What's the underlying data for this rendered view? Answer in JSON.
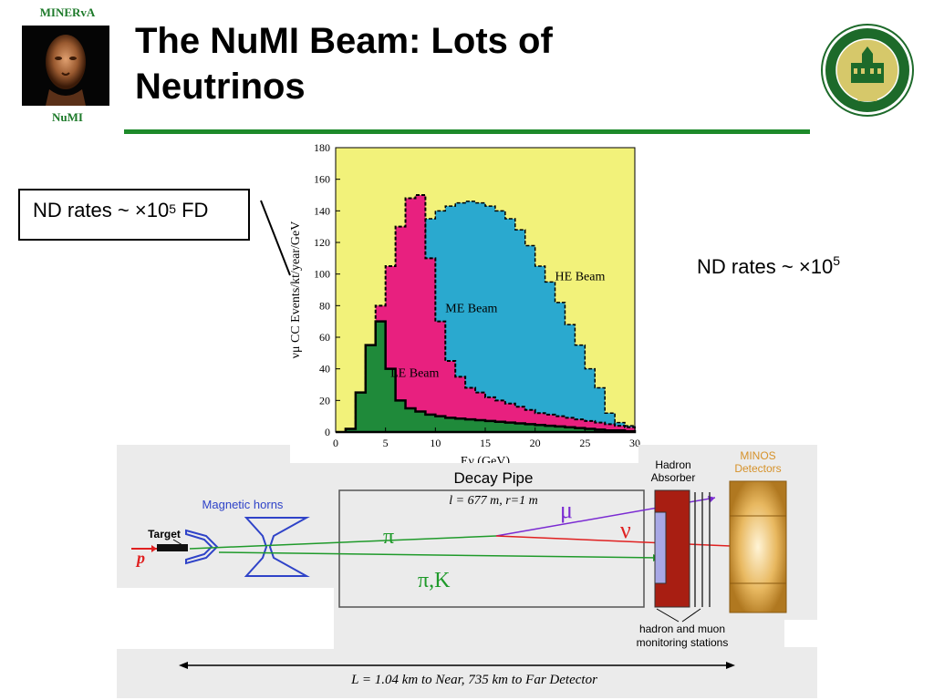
{
  "header": {
    "minerva_label": "MINERvA",
    "numi_label": "NuMI",
    "title_line1": "The NuMI Beam: Lots of",
    "title_line2": "Neutrinos"
  },
  "callouts": {
    "box_prefix": "ND rates ~ ×10",
    "box_exp": "5",
    "box_suffix": " FD",
    "side_prefix": "ND rates ~ ×10",
    "side_exp": "5"
  },
  "chart_data": {
    "type": "area",
    "xlabel": "Eν (GeV)",
    "ylabel": "νμ CC Events/kt/year/GeV",
    "xlim": [
      0,
      30
    ],
    "ylim": [
      0,
      180
    ],
    "xticks": [
      0,
      5,
      10,
      15,
      20,
      25,
      30
    ],
    "yticks": [
      0,
      20,
      40,
      60,
      80,
      100,
      120,
      140,
      160,
      180
    ],
    "background": "#f2f27a",
    "annotations": [
      "HE Beam",
      "ME Beam",
      "LE Beam"
    ],
    "x": [
      0,
      1,
      2,
      3,
      4,
      5,
      6,
      7,
      8,
      9,
      10,
      11,
      12,
      13,
      14,
      15,
      16,
      17,
      18,
      19,
      20,
      21,
      22,
      23,
      24,
      25,
      26,
      27,
      28,
      29,
      30
    ],
    "series": [
      {
        "name": "HE Beam",
        "color": "#2aa9cf",
        "values": [
          0,
          2,
          10,
          35,
          60,
          80,
          95,
          110,
          125,
          135,
          140,
          143,
          145,
          146,
          145,
          143,
          140,
          135,
          128,
          118,
          105,
          95,
          82,
          68,
          55,
          40,
          28,
          12,
          6,
          4,
          2
        ]
      },
      {
        "name": "ME Beam",
        "color": "#e8207f",
        "values": [
          0,
          2,
          20,
          50,
          80,
          105,
          130,
          148,
          150,
          110,
          70,
          45,
          35,
          28,
          25,
          22,
          20,
          18,
          16,
          14,
          12,
          11,
          10,
          9,
          8,
          7,
          6,
          5,
          4,
          3,
          2
        ]
      },
      {
        "name": "LE Beam",
        "color": "#1f8a3a",
        "values": [
          0,
          2,
          25,
          55,
          70,
          40,
          20,
          15,
          13,
          11,
          10,
          9,
          8.5,
          8,
          7.5,
          7,
          6.5,
          6,
          5.5,
          5,
          4.5,
          4,
          3.5,
          3,
          2.5,
          2,
          1.5,
          1,
          1,
          0.5,
          0
        ]
      }
    ]
  },
  "diagram": {
    "decay_pipe": "Decay Pipe",
    "pipe_dims": "l = 677 m, r=1 m",
    "magnetic_horns": "Magnetic horns",
    "target": "Target",
    "proton": "p",
    "pion": "π",
    "muon": "μ",
    "nu": "ν",
    "pion_kaon": "π,K",
    "hadron_absorber_1": "Hadron",
    "hadron_absorber_2": "Absorber",
    "minos_1": "MINOS",
    "minos_2": "Detectors",
    "stations_1": "hadron and muon",
    "stations_2": "monitoring stations",
    "distance": "L = 1.04 km to Near, 735 km to Far Detector"
  }
}
